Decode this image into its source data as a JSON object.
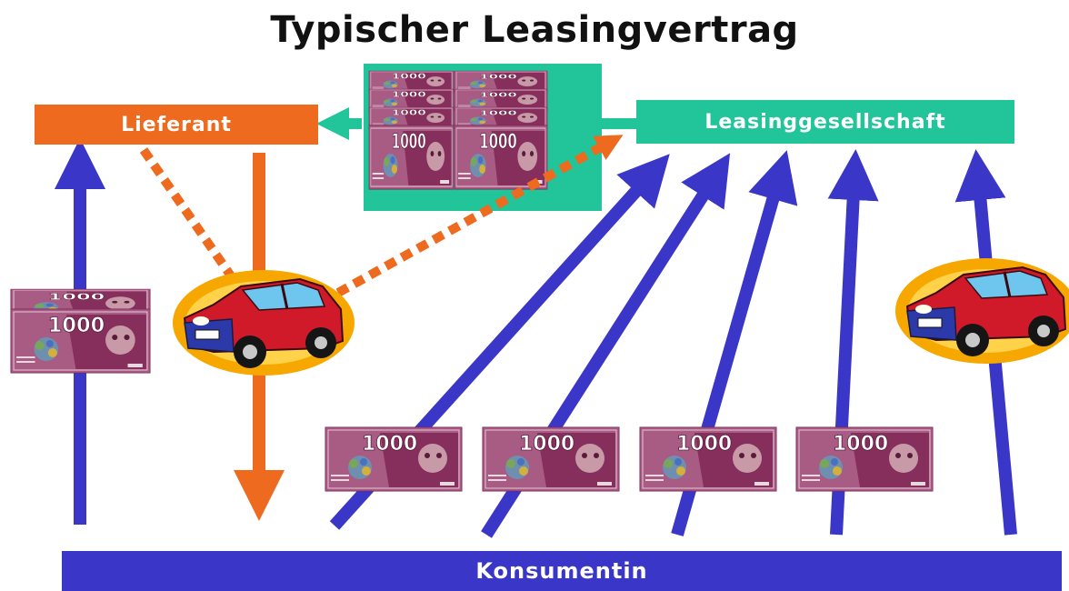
{
  "title": "Typischer Leasingvertrag",
  "nodes": {
    "lieferant": "Lieferant",
    "leasinggesellschaft": "Leasinggesellschaft",
    "konsumentin": "Konsumentin"
  },
  "banknote_denomination": "1000",
  "colors": {
    "lieferant": "#ee6a1e",
    "leasinggesellschaft": "#22c49a",
    "konsumentin": "#3a36c8",
    "blue_arrow": "#3a36c8",
    "orange_arrow": "#ee6a1e",
    "green_arrow": "#22c49a",
    "banknote": "#9a3d6e",
    "car_body": "#d01a2a"
  },
  "icons": [
    "banknote-icon",
    "car-icon"
  ]
}
